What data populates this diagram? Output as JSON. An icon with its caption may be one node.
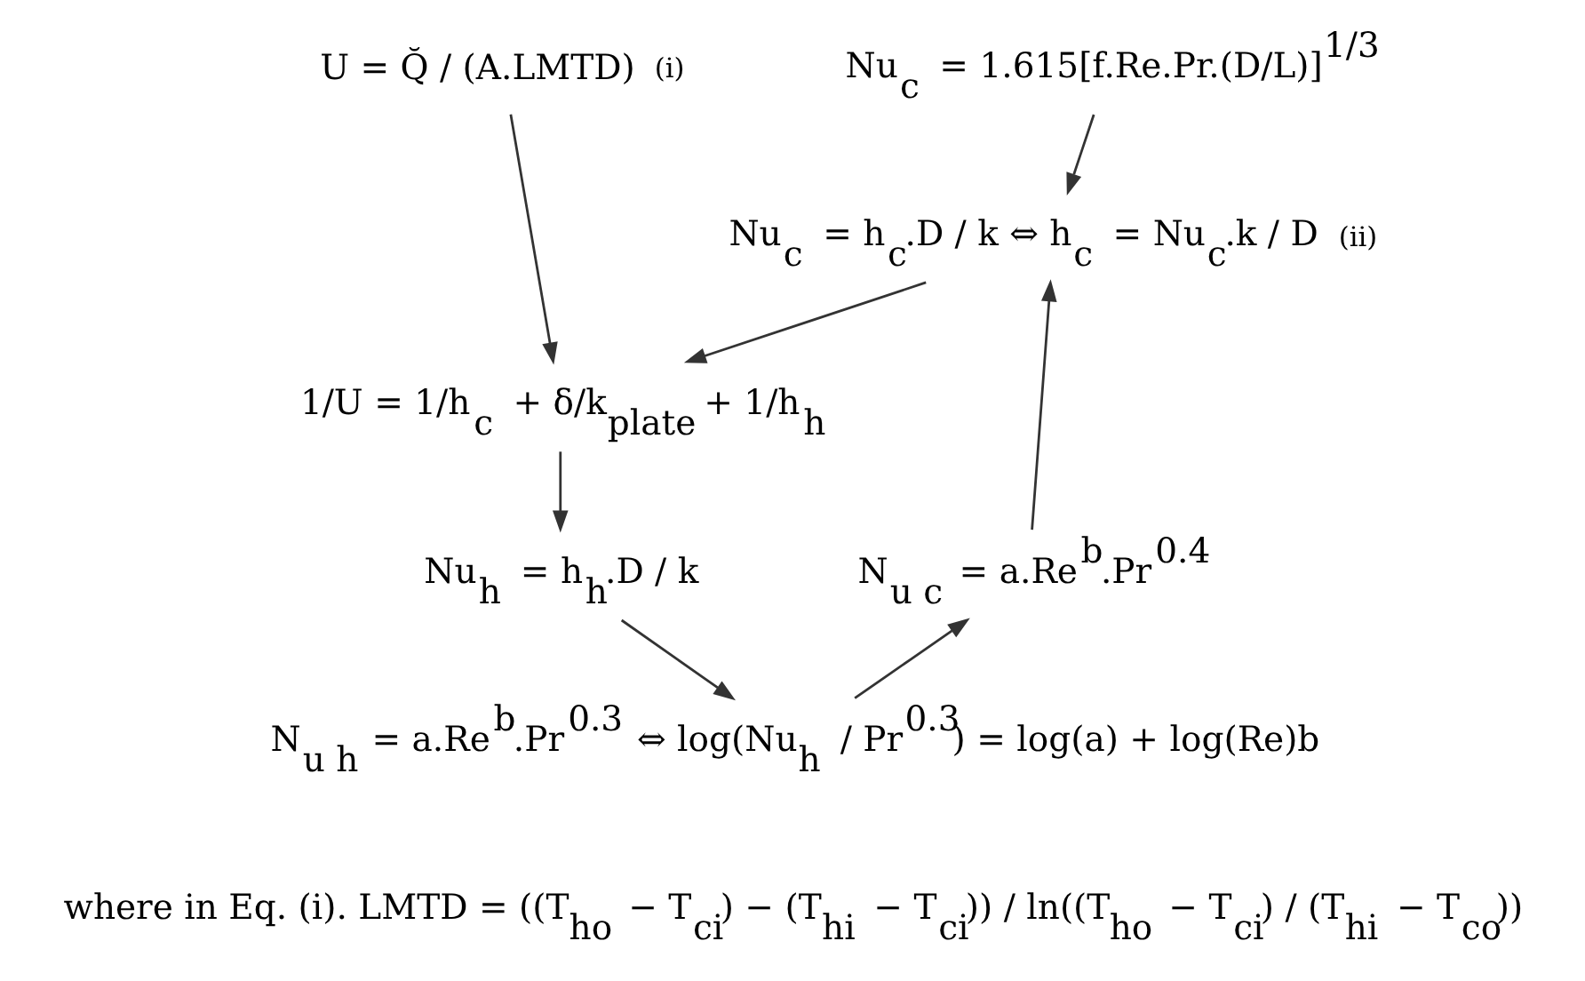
{
  "diagram": {
    "nodes": [
      {
        "text": [
          "U = Q̆ / (A.LMTD)"
        ],
        "beside": [
          "(i)"
        ]
      },
      {
        "text": [
          "Nu$_{c}$ = 1.615[f.Re.Pr.(D/L)]$^{1/3}$"
        ]
      },
      {
        "text": [
          "Nu$_{c}$ = h$_{c}$.D / k ⇔ h$_{c}$ = Nu$_{c}$.k / D"
        ],
        "beside": [
          "(ii)"
        ]
      },
      {
        "text": [
          "1/U = 1/h$_{c}$ + δ/k$_{plate}$ + 1/h$_{h}$"
        ]
      },
      {
        "text": [
          "Nu$_{h}$ = h$_{h}$.D / k"
        ]
      },
      {
        "text": [
          "N$_{u h}$ = a.Re$^{b}$.Pr$^{0.3}$ ⇔ log(Nu$_{h}$ / Pr$^{0.3}$) = log(a) + log(Re)b"
        ]
      },
      {
        "text": [
          "N$_{u c}$ = a.Re$^{b}$.Pr$^{0.4}$"
        ]
      }
    ],
    "edges": [
      {
        "from": 1,
        "to": 2,
        "arrow": "to"
      },
      {
        "from": 0,
        "to": 3,
        "arrow": "to"
      },
      {
        "from": 2,
        "to": 3,
        "arrow": "to"
      },
      {
        "from": 3,
        "to": 4,
        "arrow": "to"
      },
      {
        "from": 4,
        "to": 5,
        "arrow": "to"
      },
      {
        "from": 5,
        "to": 6,
        "arrow": "to"
      },
      {
        "from": 6,
        "to": 2,
        "arrow": "to"
      }
    ],
    "labels": [
      "where in Eq. (i). LMTD = ((T$_{ho}$ − T$_{ci}$) − (T$_{hi}$ − T$_{ci}$)) / ln((T$_{ho}$ − T$_{ci}$) / (T$_{hi}$ − T$_{co}$))"
    ]
  }
}
